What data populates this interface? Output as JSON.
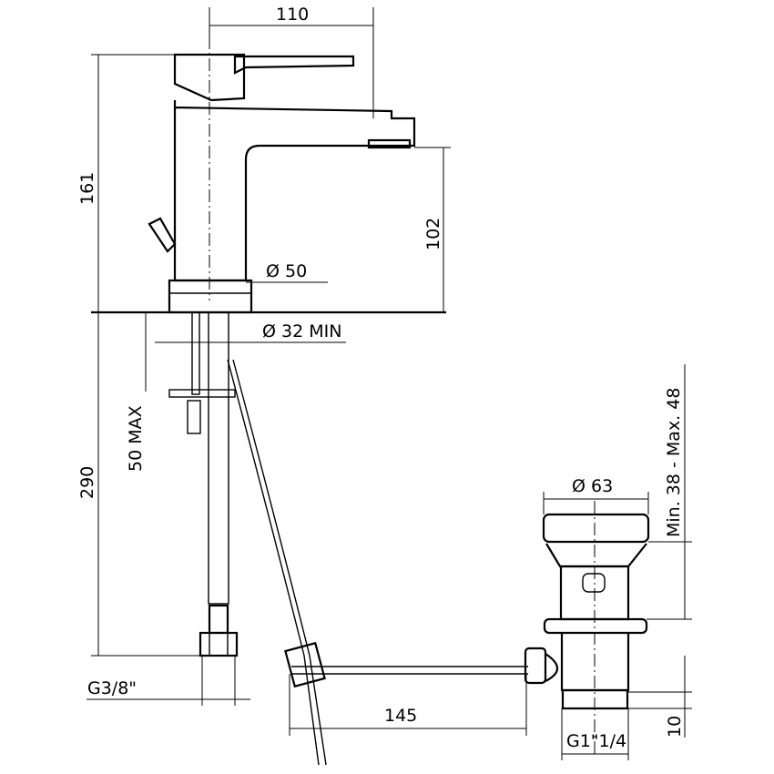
{
  "title": "Basin mixer technical drawing",
  "dimensions": {
    "spout_reach": "110",
    "total_height": "161",
    "spout_height": "102",
    "base_diameter": "Ø 50",
    "hole_diameter": "Ø 32 MIN",
    "max_deck_thickness": "50 MAX",
    "hose_length": "290",
    "hose_thread": "G3/8\"",
    "rod_length": "145",
    "waste_diameter": "Ø 63",
    "waste_basin_thickness": "Min. 38  -  Max. 48",
    "waste_thread_length": "10",
    "waste_thread": "G1\"1/4"
  }
}
